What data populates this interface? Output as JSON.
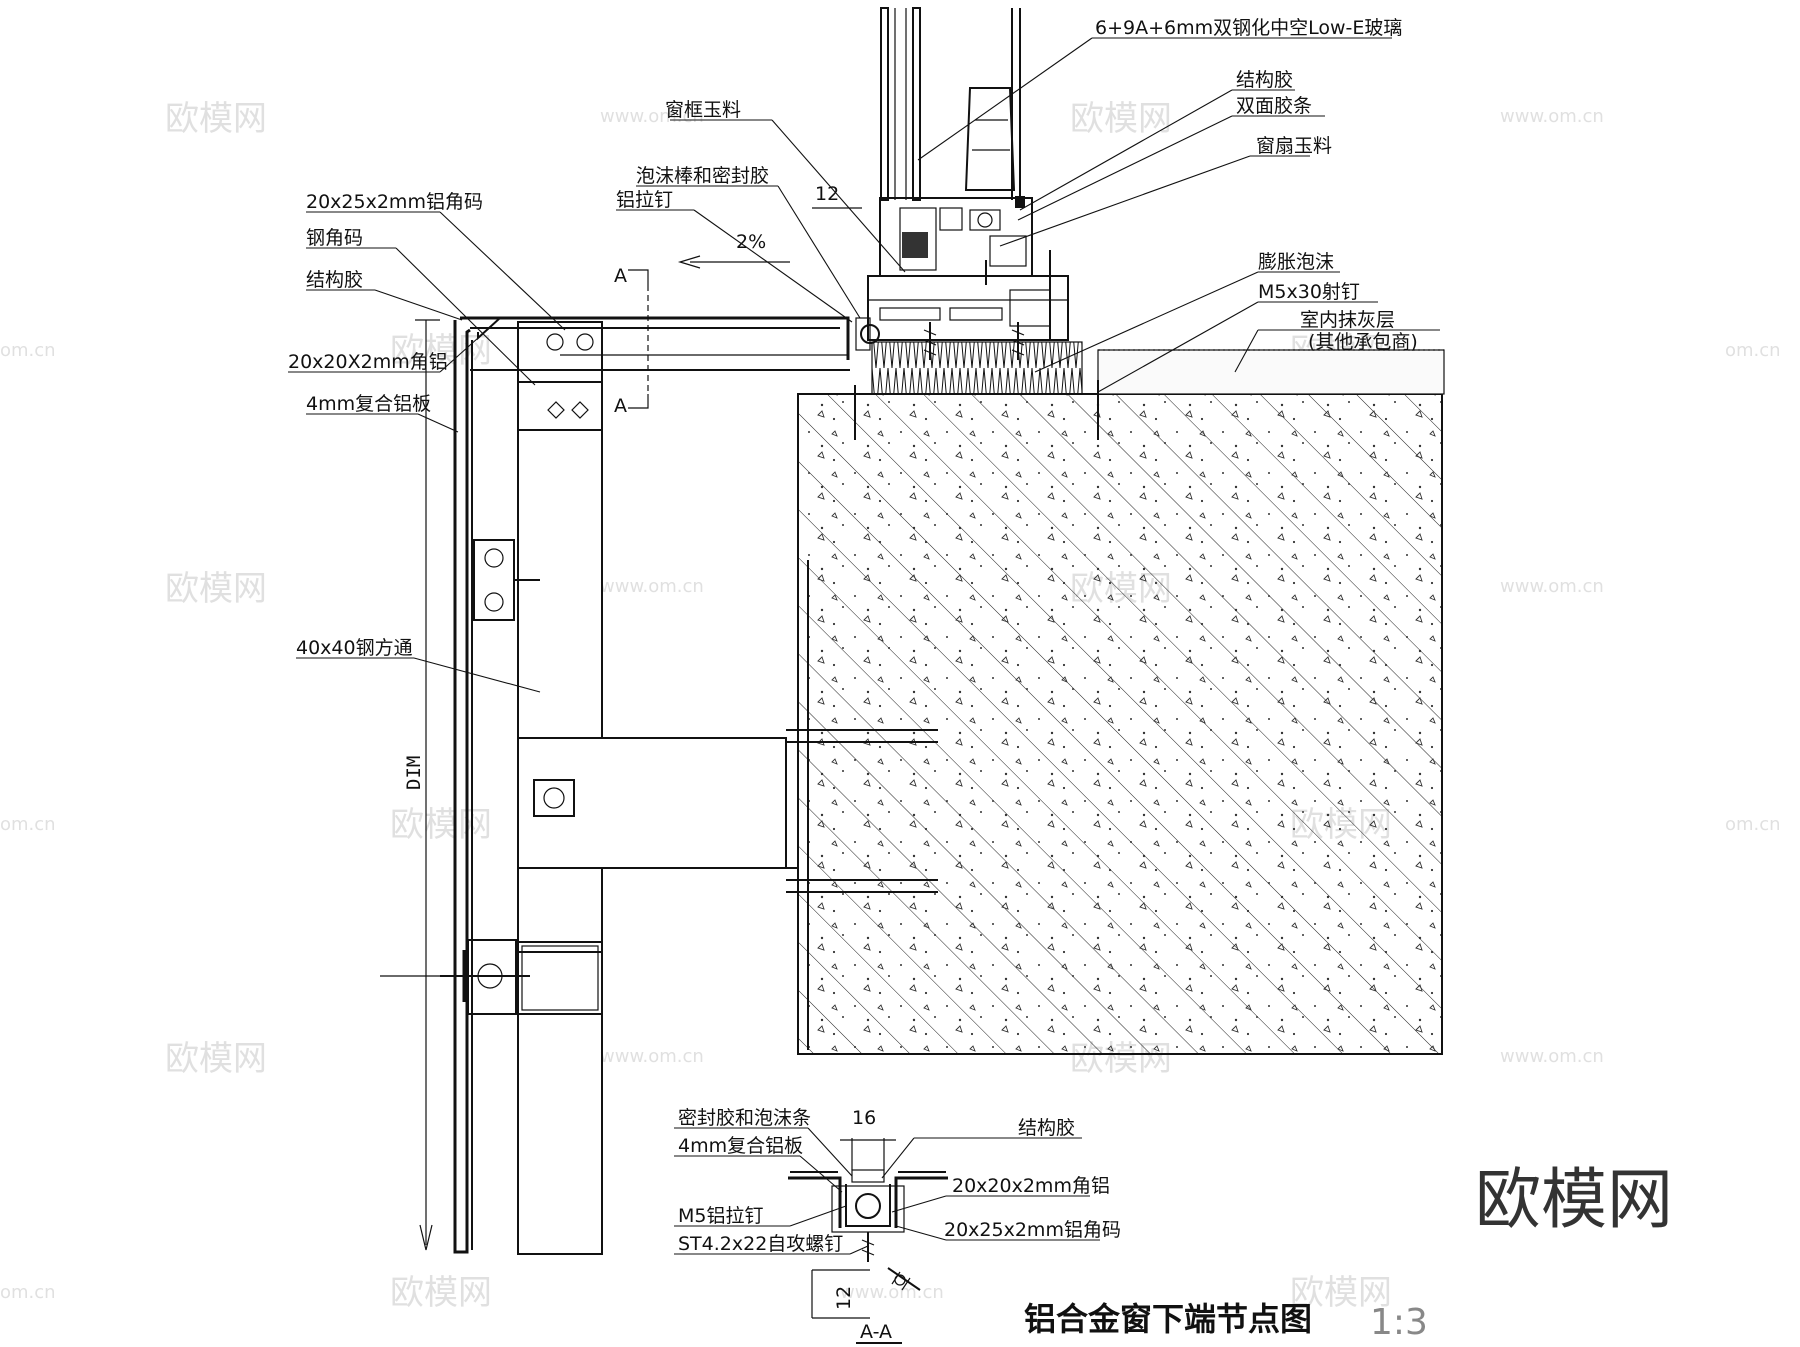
{
  "labels": {
    "glass": "6+9A+6mm双钢化中空Low-E玻璃",
    "structural_glue_top": "结构胶",
    "double_tape": "双面胶条",
    "frame_profile": "窗框玉料",
    "sash_profile": "窗扇玉料",
    "foam_sealant": "泡沫棒和密封胶",
    "rivet": "铝拉钉",
    "angle_25": "20x25x2mm铝角码",
    "steel_angle": "钢角码",
    "structural_glue_left": "结构胶",
    "angle_20": "20x20X2mm角铝",
    "panel_4mm": "4mm复合铝板",
    "steel_tube": "40x40钢方通",
    "expand_foam": "膨胀泡沫",
    "nail": "M5x30射钉",
    "plaster": "室内抹灰层",
    "plaster_note": "(其他承包商)",
    "dim_12": "12",
    "slope": "2%",
    "section_a": "A",
    "dim_label": "DIM"
  },
  "detail": {
    "seal_foam": "密封胶和泡沫条",
    "panel": "4mm复合铝板",
    "glue": "结构胶",
    "angle_20": "20x20x2mm角铝",
    "rivet": "M5铝拉钉",
    "angle_25": "20x25x2mm铝角码",
    "screw": "ST4.2x22自攻螺钉",
    "dim_16": "16",
    "dim_12": "12",
    "section_name": "A-A"
  },
  "title": {
    "text": "铝合金窗下端节点图",
    "scale": "1:3"
  },
  "watermark": {
    "brand": "欧模网",
    "url": "www.om.cn",
    "url_partial": "om.cn"
  }
}
